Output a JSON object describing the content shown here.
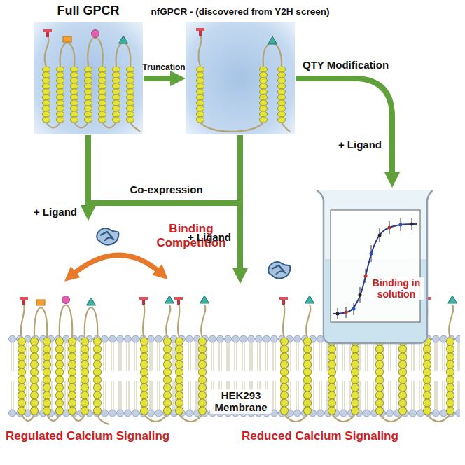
{
  "diagram": {
    "nodes": [
      {
        "text": [
          "Full GPCR"
        ]
      },
      {
        "text": [
          "nfGPCR - (discovered from Y2H screen)"
        ]
      },
      {
        "text": [
          "Binding in solution"
        ]
      },
      {
        "text": [
          "Binding Competition",
          "Regulated Calcium Signaling"
        ]
      },
      {
        "text": [
          "Reduced Calcium Signaling"
        ]
      }
    ],
    "edges": [
      {
        "from": 0,
        "to": 1,
        "label": "Truncation",
        "arrow": "to"
      },
      {
        "from": 1,
        "to": 2,
        "label": "QTY Modification",
        "arrow": "to"
      },
      {
        "from": 0,
        "to": 3,
        "label": "+ Ligand",
        "arrow": "to"
      },
      {
        "from": 1,
        "to": 3,
        "label": "Co-expression",
        "arrow": "to"
      },
      {
        "from": 1,
        "to": 4,
        "label": "+ Ligand",
        "arrow": "to"
      }
    ],
    "labels": [
      "+ Ligand",
      "HEK293 Membrane"
    ]
  }
}
